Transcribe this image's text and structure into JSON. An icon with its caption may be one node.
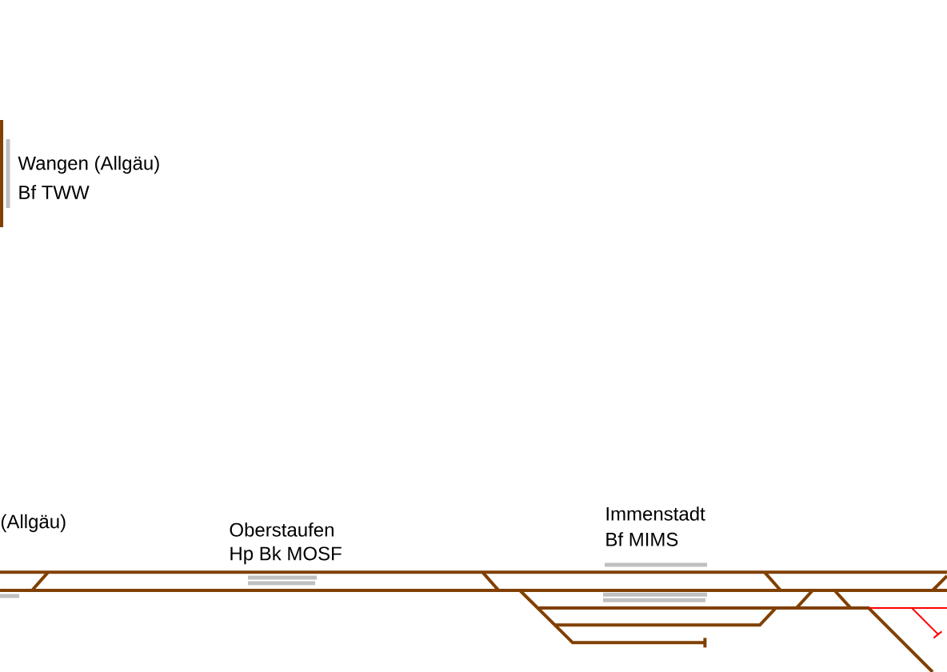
{
  "diagram": {
    "labels": [
      "Wangen (Allgäu)",
      "Bf TWW",
      "(Allgäu)",
      "Oberstaufen",
      "Hp Bk MOSF",
      "Immenstadt",
      "Bf MIMS"
    ]
  }
}
